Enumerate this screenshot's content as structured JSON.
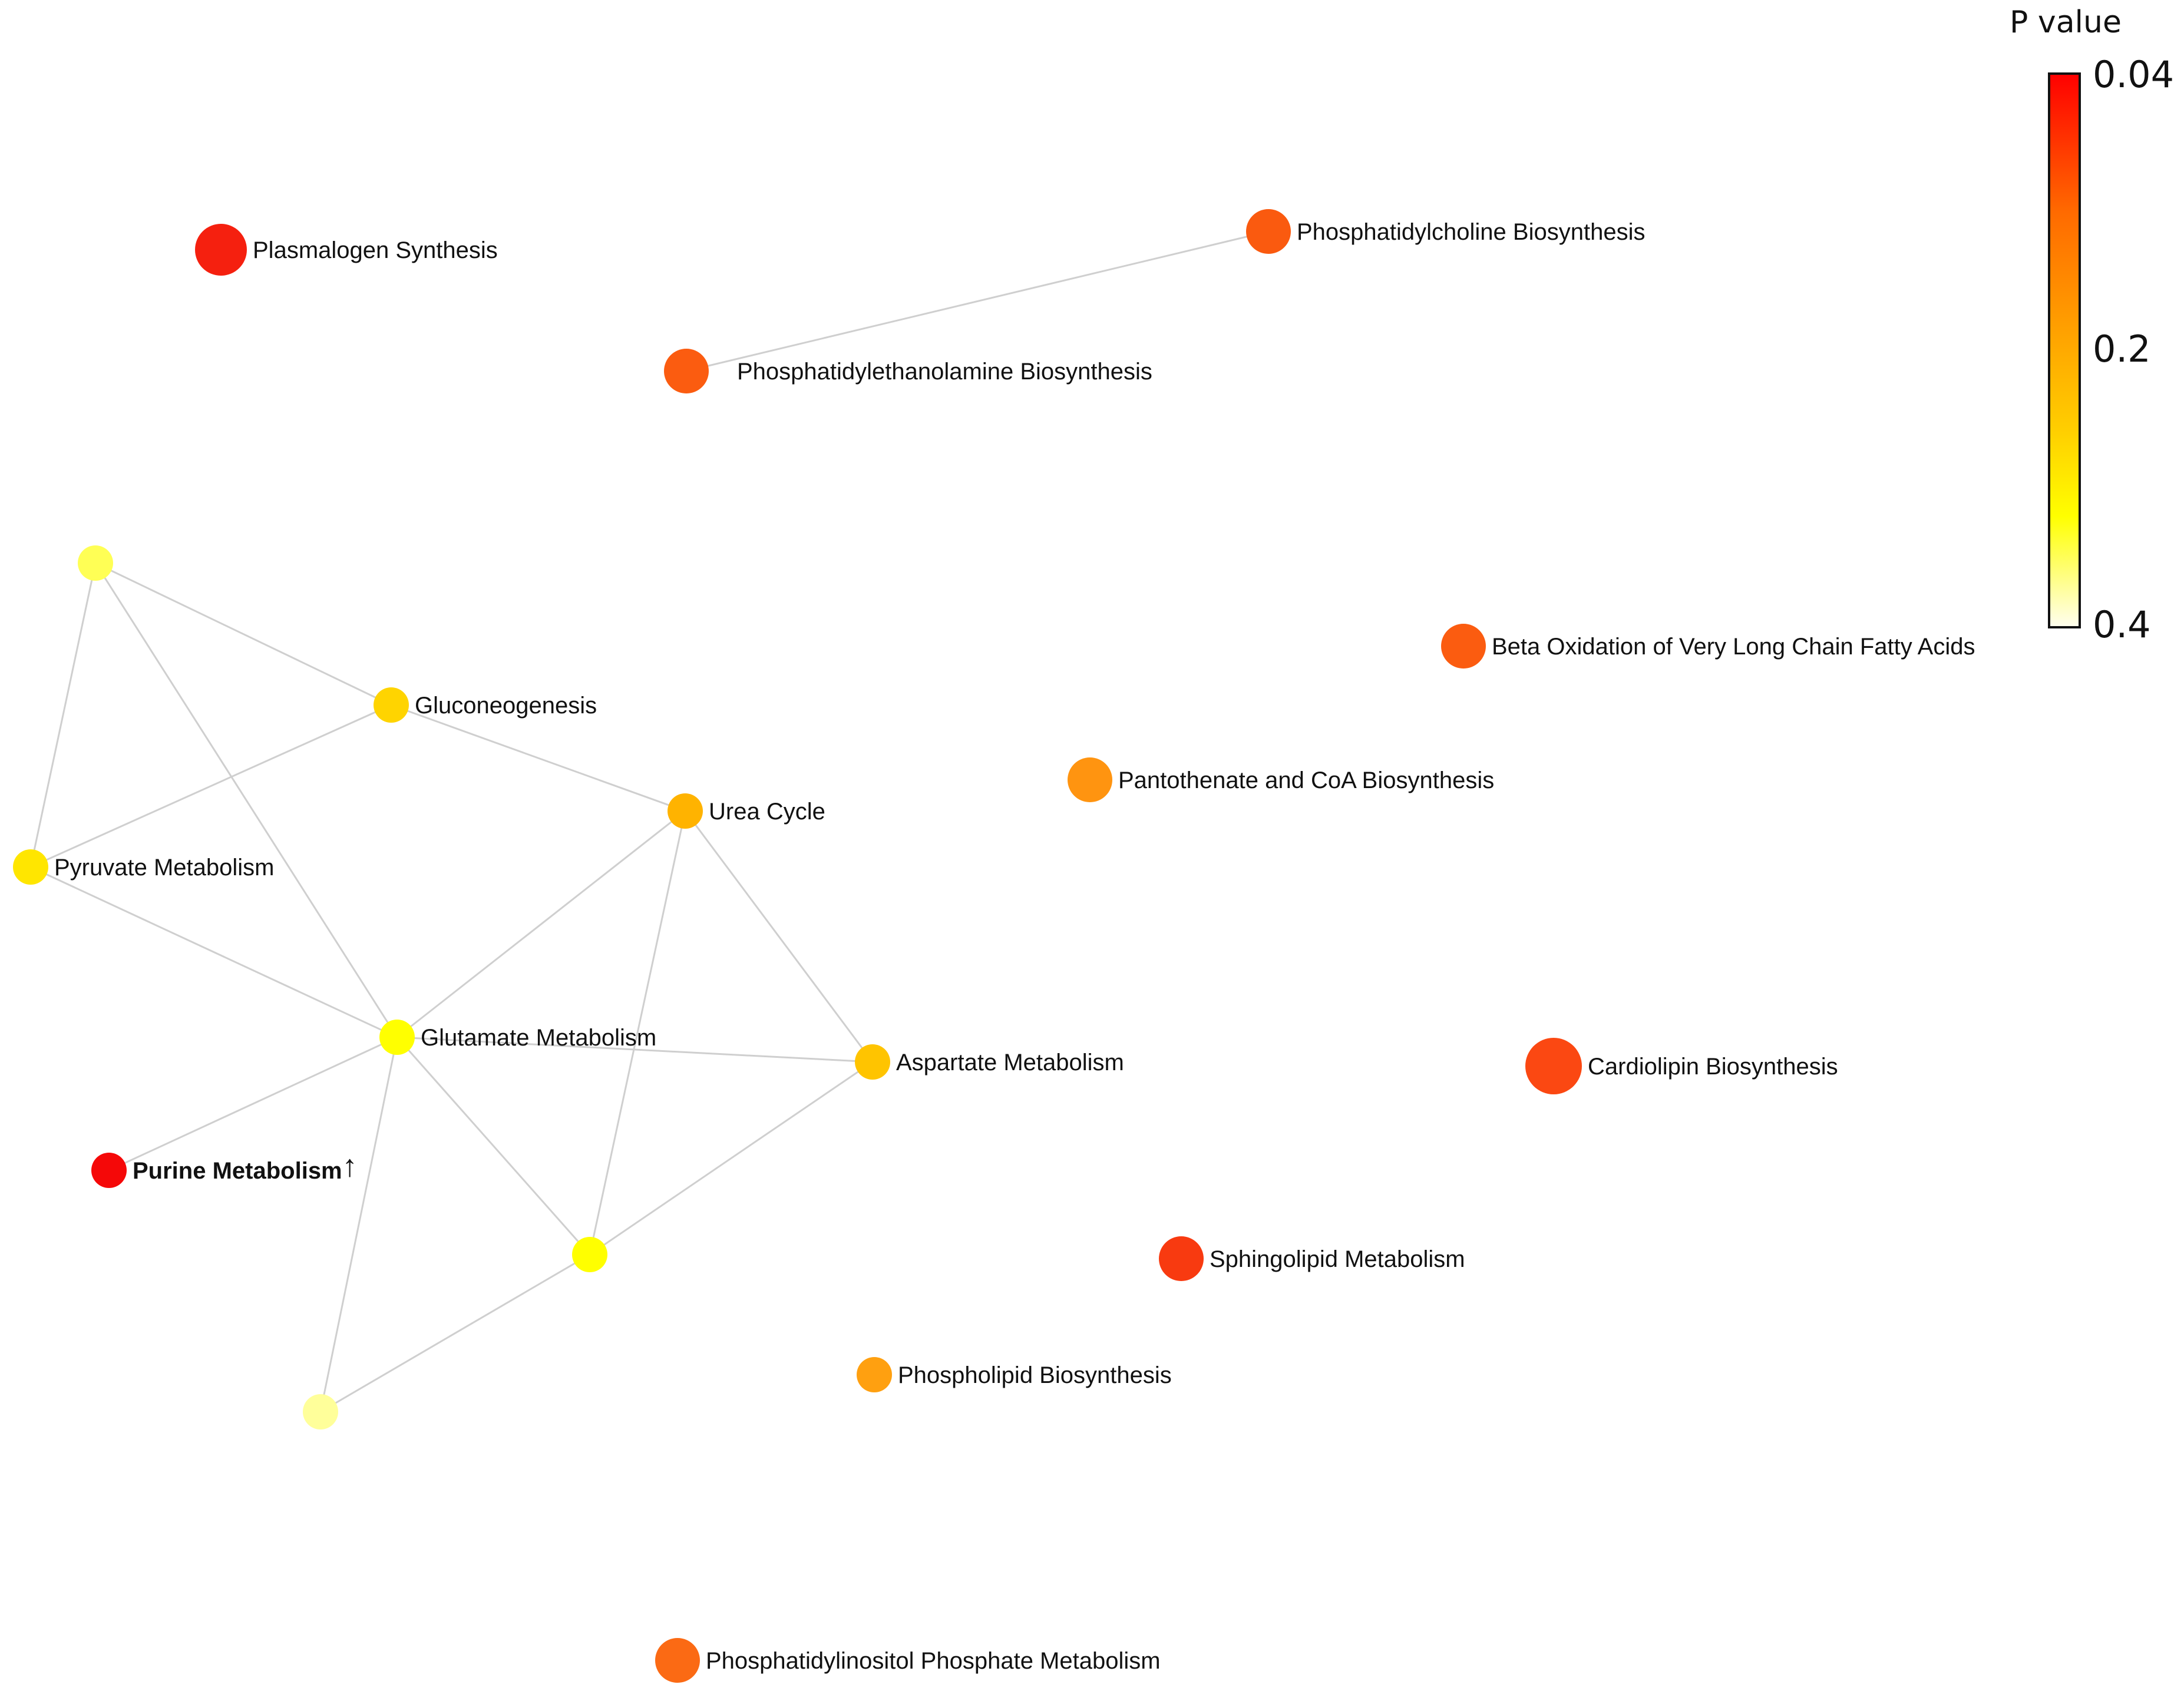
{
  "legend": {
    "title": "P value",
    "ticks": [
      "0.04",
      "0.2",
      "0.4"
    ],
    "gradient_colors": [
      "#ff0000",
      "#ff6a00",
      "#ffa500",
      "#ffd000",
      "#ffff00",
      "#fffef0"
    ]
  },
  "nodes": [
    {
      "id": "plasmalogen",
      "label": "Plasmalogen Synthesis",
      "color": "#f5200f",
      "size": "large",
      "bold": false
    },
    {
      "id": "pc",
      "label": "Phosphatidylcholine Biosynthesis",
      "color": "#fa5a0f",
      "size": "medium",
      "bold": false
    },
    {
      "id": "pe",
      "label": "Phosphatidylethanolamine Biosynthesis",
      "color": "#fb5c10",
      "size": "medium",
      "bold": false
    },
    {
      "id": "unlabeled-1",
      "label": "",
      "color": "#ffff55",
      "size": "small",
      "bold": false
    },
    {
      "id": "gluconeo",
      "label": "Gluconeogenesis",
      "color": "#ffd400",
      "size": "small",
      "bold": false
    },
    {
      "id": "urea",
      "label": "Urea Cycle",
      "color": "#ffb300",
      "size": "small",
      "bold": false
    },
    {
      "id": "pyruvate",
      "label": "Pyruvate Metabolism",
      "color": "#ffe600",
      "size": "small",
      "bold": false
    },
    {
      "id": "glutamate",
      "label": "Glutamate Metabolism",
      "color": "#ffff00",
      "size": "small",
      "bold": false
    },
    {
      "id": "aspartate",
      "label": "Aspartate Metabolism",
      "color": "#ffc400",
      "size": "small",
      "bold": false
    },
    {
      "id": "purine",
      "label": "Purine Metabolism",
      "suffix": "↑",
      "color": "#f50808",
      "size": "small",
      "bold": true
    },
    {
      "id": "unlabeled-2",
      "label": "",
      "color": "#ffff00",
      "size": "small",
      "bold": false
    },
    {
      "id": "unlabeled-3",
      "label": "",
      "color": "#ffff9a",
      "size": "small",
      "bold": false
    },
    {
      "id": "betaox",
      "label": "Beta Oxidation of Very Long Chain Fatty Acids",
      "color": "#fb5c10",
      "size": "medium",
      "bold": false
    },
    {
      "id": "pantothenate",
      "label": "Pantothenate and CoA Biosynthesis",
      "color": "#ff9410",
      "size": "medium",
      "bold": false
    },
    {
      "id": "cardiolipin",
      "label": "Cardiolipin Biosynthesis",
      "color": "#fb4812",
      "size": "xlarge",
      "bold": false
    },
    {
      "id": "sphingolipid",
      "label": "Sphingolipid Metabolism",
      "color": "#f83a10",
      "size": "medium",
      "bold": false
    },
    {
      "id": "phospholipid",
      "label": "Phospholipid Biosynthesis",
      "color": "#ffa010",
      "size": "small",
      "bold": false
    },
    {
      "id": "pip",
      "label": "Phosphatidylinositol Phosphate Metabolism",
      "color": "#fb6a14",
      "size": "medium",
      "bold": false
    }
  ],
  "edges": [
    [
      "pc",
      "pe"
    ],
    [
      "unlabeled-1",
      "gluconeo"
    ],
    [
      "unlabeled-1",
      "pyruvate"
    ],
    [
      "unlabeled-1",
      "glutamate"
    ],
    [
      "gluconeo",
      "pyruvate"
    ],
    [
      "gluconeo",
      "urea"
    ],
    [
      "urea",
      "glutamate"
    ],
    [
      "urea",
      "aspartate"
    ],
    [
      "urea",
      "unlabeled-2"
    ],
    [
      "pyruvate",
      "glutamate"
    ],
    [
      "glutamate",
      "aspartate"
    ],
    [
      "glutamate",
      "purine"
    ],
    [
      "glutamate",
      "unlabeled-2"
    ],
    [
      "glutamate",
      "unlabeled-3"
    ],
    [
      "aspartate",
      "unlabeled-2"
    ],
    [
      "unlabeled-2",
      "unlabeled-3"
    ]
  ]
}
